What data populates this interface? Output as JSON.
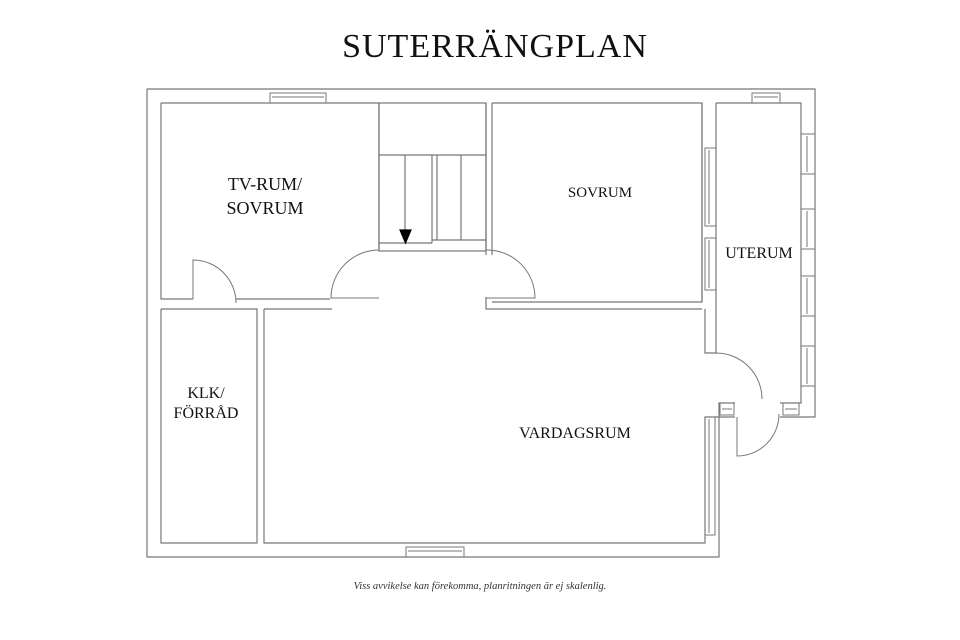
{
  "title": "SUTERRÄNGPLAN",
  "footer": "Viss avvikelse kan förekomma, planritningen är ej skalenlig.",
  "rooms": {
    "tv_rum": {
      "line1": "TV-RUM/",
      "line2": "SOVRUM"
    },
    "sovrum": {
      "label": "SOVRUM"
    },
    "uterum": {
      "label": "UTERUM"
    },
    "klk": {
      "line1": "KLK/",
      "line2": "FÖRRÅD"
    },
    "vardagsrum": {
      "label": "VARDAGSRUM"
    }
  },
  "colors": {
    "wall": "#777777",
    "background": "#ffffff",
    "text": "#111111"
  }
}
